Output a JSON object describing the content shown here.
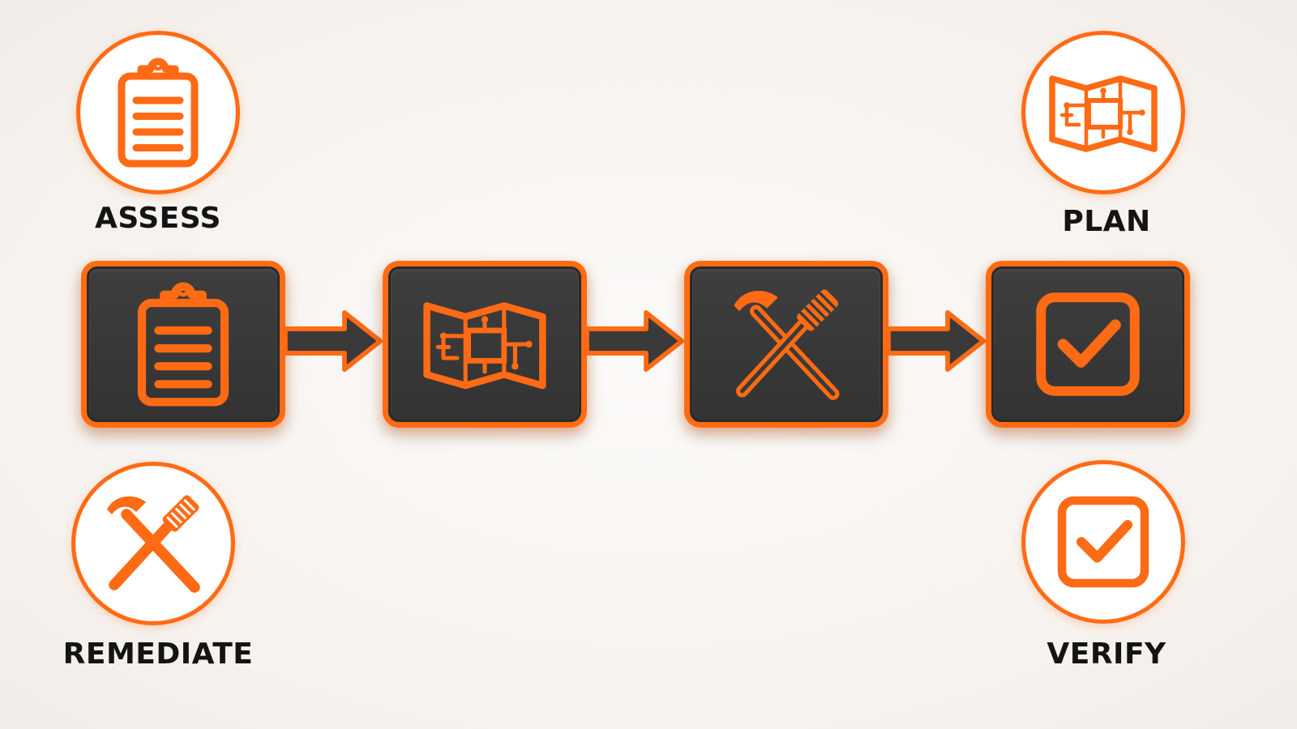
{
  "colors": {
    "accent": "#ff6a14",
    "tile_fill": "#383838",
    "label_text": "#141414",
    "background": "#f7f3ef"
  },
  "steps": [
    {
      "label": "ASSESS",
      "icon": "clipboard-icon"
    },
    {
      "label": "PLAN",
      "icon": "floor-plan-map-icon"
    },
    {
      "label": "REMEDIATE",
      "icon": "hammer-and-brush-icon"
    },
    {
      "label": "VERIFY",
      "icon": "checkbox-icon"
    }
  ],
  "flow": {
    "direction": "left-to-right",
    "connectors": [
      "arrow-right-icon",
      "arrow-right-icon",
      "arrow-right-icon"
    ]
  }
}
